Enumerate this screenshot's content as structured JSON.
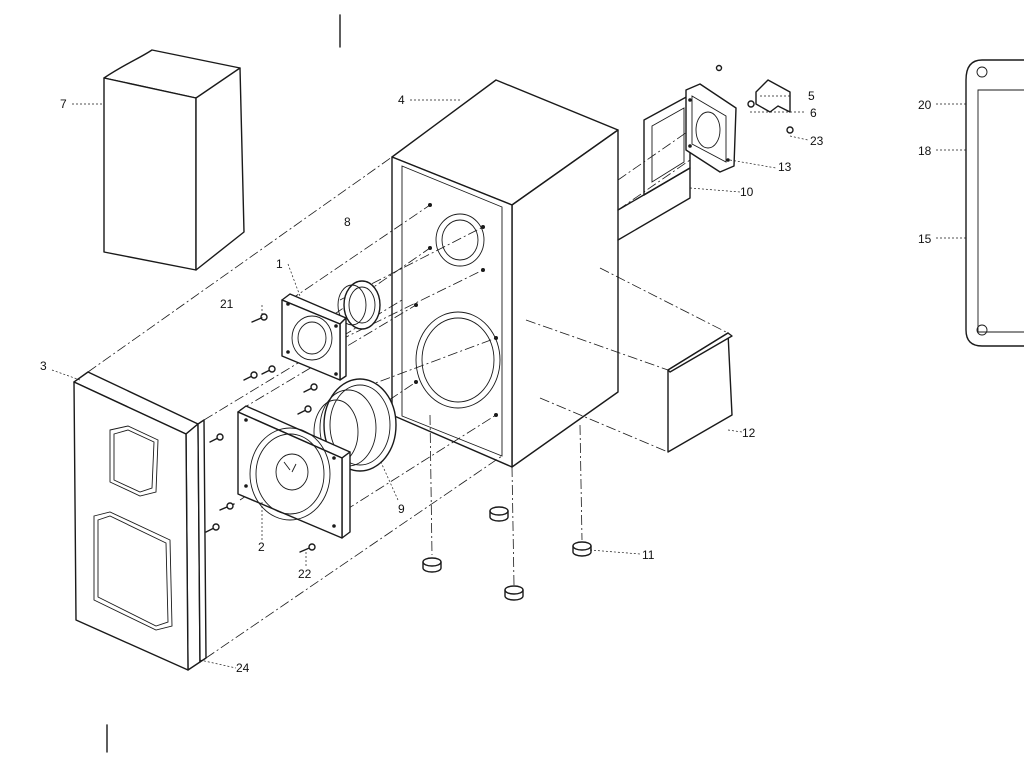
{
  "diagram": {
    "colors": {
      "line": "#1a1a1a",
      "background": "#ffffff"
    },
    "callouts": {
      "c1": "1",
      "c2": "2",
      "c3": "3",
      "c4": "4",
      "c5": "5",
      "c6": "6",
      "c7": "7",
      "c8": "8",
      "c9": "9",
      "c10": "10",
      "c11": "11",
      "c12": "12",
      "c13": "13",
      "c15": "15",
      "c18": "18",
      "c20": "20",
      "c21": "21",
      "c22": "22",
      "c23": "23",
      "c24": "24"
    }
  }
}
